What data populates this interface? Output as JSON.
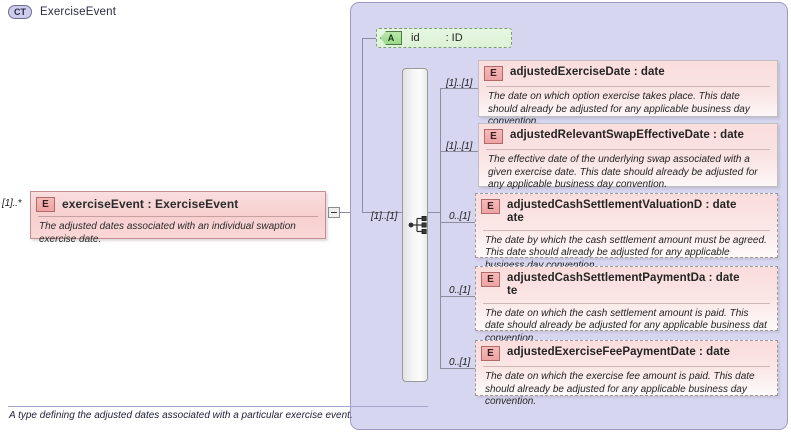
{
  "diagram": {
    "type": "xsd-schema-diagram",
    "left_element": {
      "icon": "element-badge-E",
      "badge": "E",
      "name": "exerciseEvent : ExerciseEvent",
      "documentation": "The adjusted dates associated with an individual swaption exercise date.",
      "cardinality": "[1]..*",
      "collapse_toggle": "minus"
    },
    "complex_type": {
      "badge": "CT",
      "name": "ExerciseEvent",
      "footer_documentation": "A type defining the adjusted dates associated with a particular exercise event.",
      "attribute": {
        "badge": "A",
        "name": "id",
        "type": ": ID",
        "optional": true
      },
      "compositor": {
        "kind": "sequence",
        "icon": "sequence-icon",
        "cardinality": "[1]..[1]"
      },
      "elements": [
        {
          "badge": "E",
          "title": "adjustedExerciseDate : date",
          "title_overflow": "",
          "documentation": "The date on which option exercise takes place. This date should already be adjusted for any applicable business day convention.",
          "cardinality": "[1]..[1]",
          "required": true
        },
        {
          "badge": "E",
          "title": "adjustedRelevantSwapEffectiveDate : date",
          "title_overflow": "",
          "documentation": "The effective date of the underlying swap associated with a given exercise date. This date should already be adjusted for any applicable business day convention.",
          "cardinality": "[1]..[1]",
          "required": true
        },
        {
          "badge": "E",
          "title": "adjustedCashSettlementValuationD : date",
          "title_overflow": "ate",
          "documentation": "The date by which the cash settlement amount must be agreed. This date should already be adjusted for any applicable business day convention.",
          "cardinality": "0..[1]",
          "required": false
        },
        {
          "badge": "E",
          "title": "adjustedCashSettlementPaymentDa : date",
          "title_overflow": "te",
          "documentation": "The date on which the cash settlement amount is paid. This date should already be adjusted for any applicable business dat convention.",
          "cardinality": "0..[1]",
          "required": false
        },
        {
          "badge": "E",
          "title": "adjustedExerciseFeePaymentDate : date",
          "title_overflow": "",
          "documentation": "The date on which the exercise fee amount is paid. This date should already be adjusted for any applicable business day convention.",
          "cardinality": "0..[1]",
          "required": false
        }
      ]
    },
    "colors": {
      "element_fill": "#fbdede",
      "element_border": "#bfbfbf",
      "element_badge": "#f0a8a8",
      "container_fill": "#d7d6f0",
      "container_border": "#9c9bc4",
      "attribute_fill": "#dcf2d6",
      "attribute_badge": "#9bd98a",
      "wire": "#8d8d9e"
    }
  }
}
